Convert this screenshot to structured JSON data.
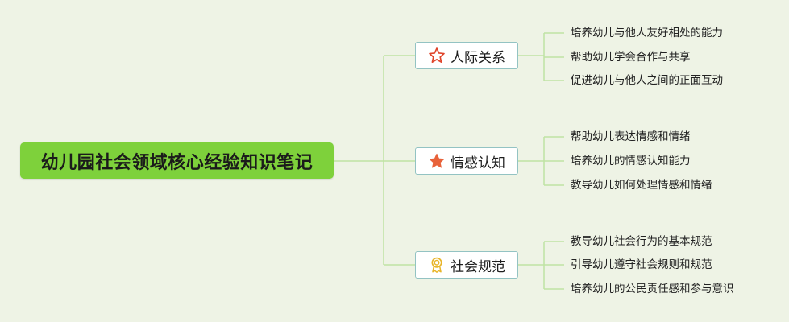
{
  "root": {
    "title": "幼儿园社会领域核心经验知识笔记",
    "color": "#7ed13b"
  },
  "branches": [
    {
      "label": "人际关系",
      "icon": "star-outline-icon",
      "icon_color": "#e0452b",
      "items": [
        "培养幼儿与他人友好相处的能力",
        "帮助幼儿学会合作与共享",
        "促进幼儿与他人之间的正面互动"
      ]
    },
    {
      "label": "情感认知",
      "icon": "star-filled-icon",
      "icon_color": "#e8623a",
      "items": [
        "帮助幼儿表达情感和情绪",
        "培养幼儿的情感认知能力",
        "教导幼儿如何处理情感和情绪"
      ]
    },
    {
      "label": "社会规范",
      "icon": "award-medal-icon",
      "icon_color": "#e8b52a",
      "items": [
        "教导幼儿社会行为的基本规范",
        "引导幼儿遵守社会规则和规范",
        "培养幼儿的公民责任感和参与意识"
      ]
    }
  ],
  "colors": {
    "background": "#eef3e5",
    "connector": "#bfe3a3",
    "branch_border": "#93c3c3"
  }
}
